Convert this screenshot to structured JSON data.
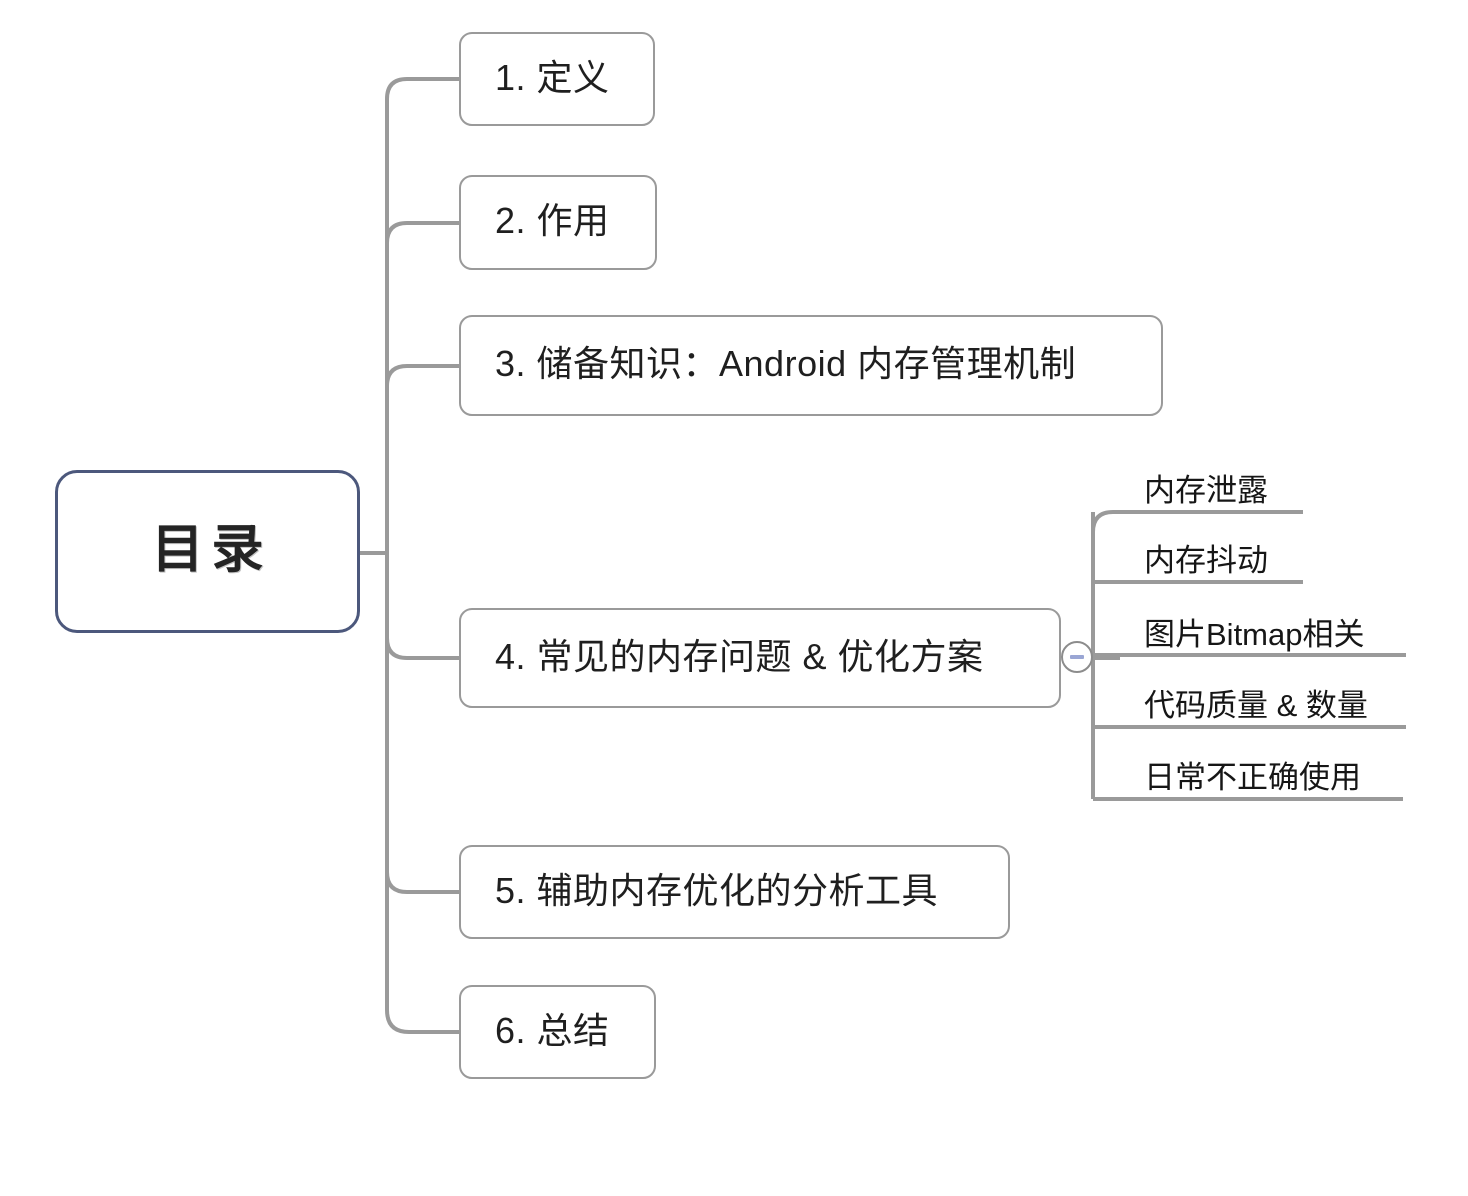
{
  "diagram": {
    "type": "mindmap",
    "title": "目录",
    "root": {
      "label": "目录",
      "border_color": "#4c587c"
    },
    "branch_color": "#9a9a9a",
    "node_border_color": "#9a9a9a",
    "text_color": "#1b1b1b",
    "toggle_color": "#9aa6d4",
    "nodes": [
      {
        "id": 1,
        "label": "1. 定义"
      },
      {
        "id": 2,
        "label": "2. 作用"
      },
      {
        "id": 3,
        "label": "3. 储备知识：Android 内存管理机制"
      },
      {
        "id": 4,
        "label": "4. 常见的内存问题 & 优化方案",
        "collapsible": true,
        "toggle_state": "expanded",
        "toggle_glyph": "−"
      },
      {
        "id": 5,
        "label": "5. 辅助内存优化的分析工具"
      },
      {
        "id": 6,
        "label": "6. 总结"
      }
    ],
    "sub_items": [
      {
        "label": "内存泄露"
      },
      {
        "label": "内存抖动"
      },
      {
        "label": "图片Bitmap相关"
      },
      {
        "label": "代码质量 & 数量"
      },
      {
        "label": "日常不正确使用"
      }
    ]
  }
}
